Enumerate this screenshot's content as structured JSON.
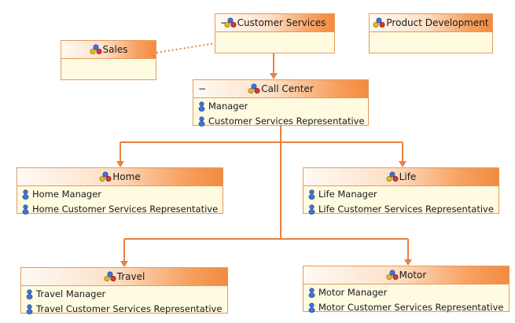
{
  "nodes": {
    "customer_services": {
      "title": "Customer Services",
      "collapse": "−",
      "members": []
    },
    "product_development": {
      "title": "Product Development",
      "members": []
    },
    "sales": {
      "title": "Sales",
      "members": []
    },
    "call_center": {
      "title": "Call Center",
      "collapse": "−",
      "members": [
        "Manager",
        "Customer Services Representative"
      ]
    },
    "home": {
      "title": "Home",
      "members": [
        "Home Manager",
        "Home Customer Services Representative"
      ]
    },
    "life": {
      "title": "Life",
      "members": [
        "Life Manager",
        "Life Customer Services Representative"
      ]
    },
    "travel": {
      "title": "Travel",
      "members": [
        "Travel Manager",
        "Travel Customer Services Representative"
      ]
    },
    "motor": {
      "title": "Motor",
      "members": [
        "Motor Manager",
        "Motor Customer Services Representative"
      ]
    }
  },
  "colors": {
    "connector": "#e8813f",
    "box_border": "#e59a5c",
    "box_fill": "#fffbe1",
    "header_gradient_end": "#f28b40"
  },
  "icons": {
    "group": "org-unit-icon",
    "member": "person-icon"
  }
}
